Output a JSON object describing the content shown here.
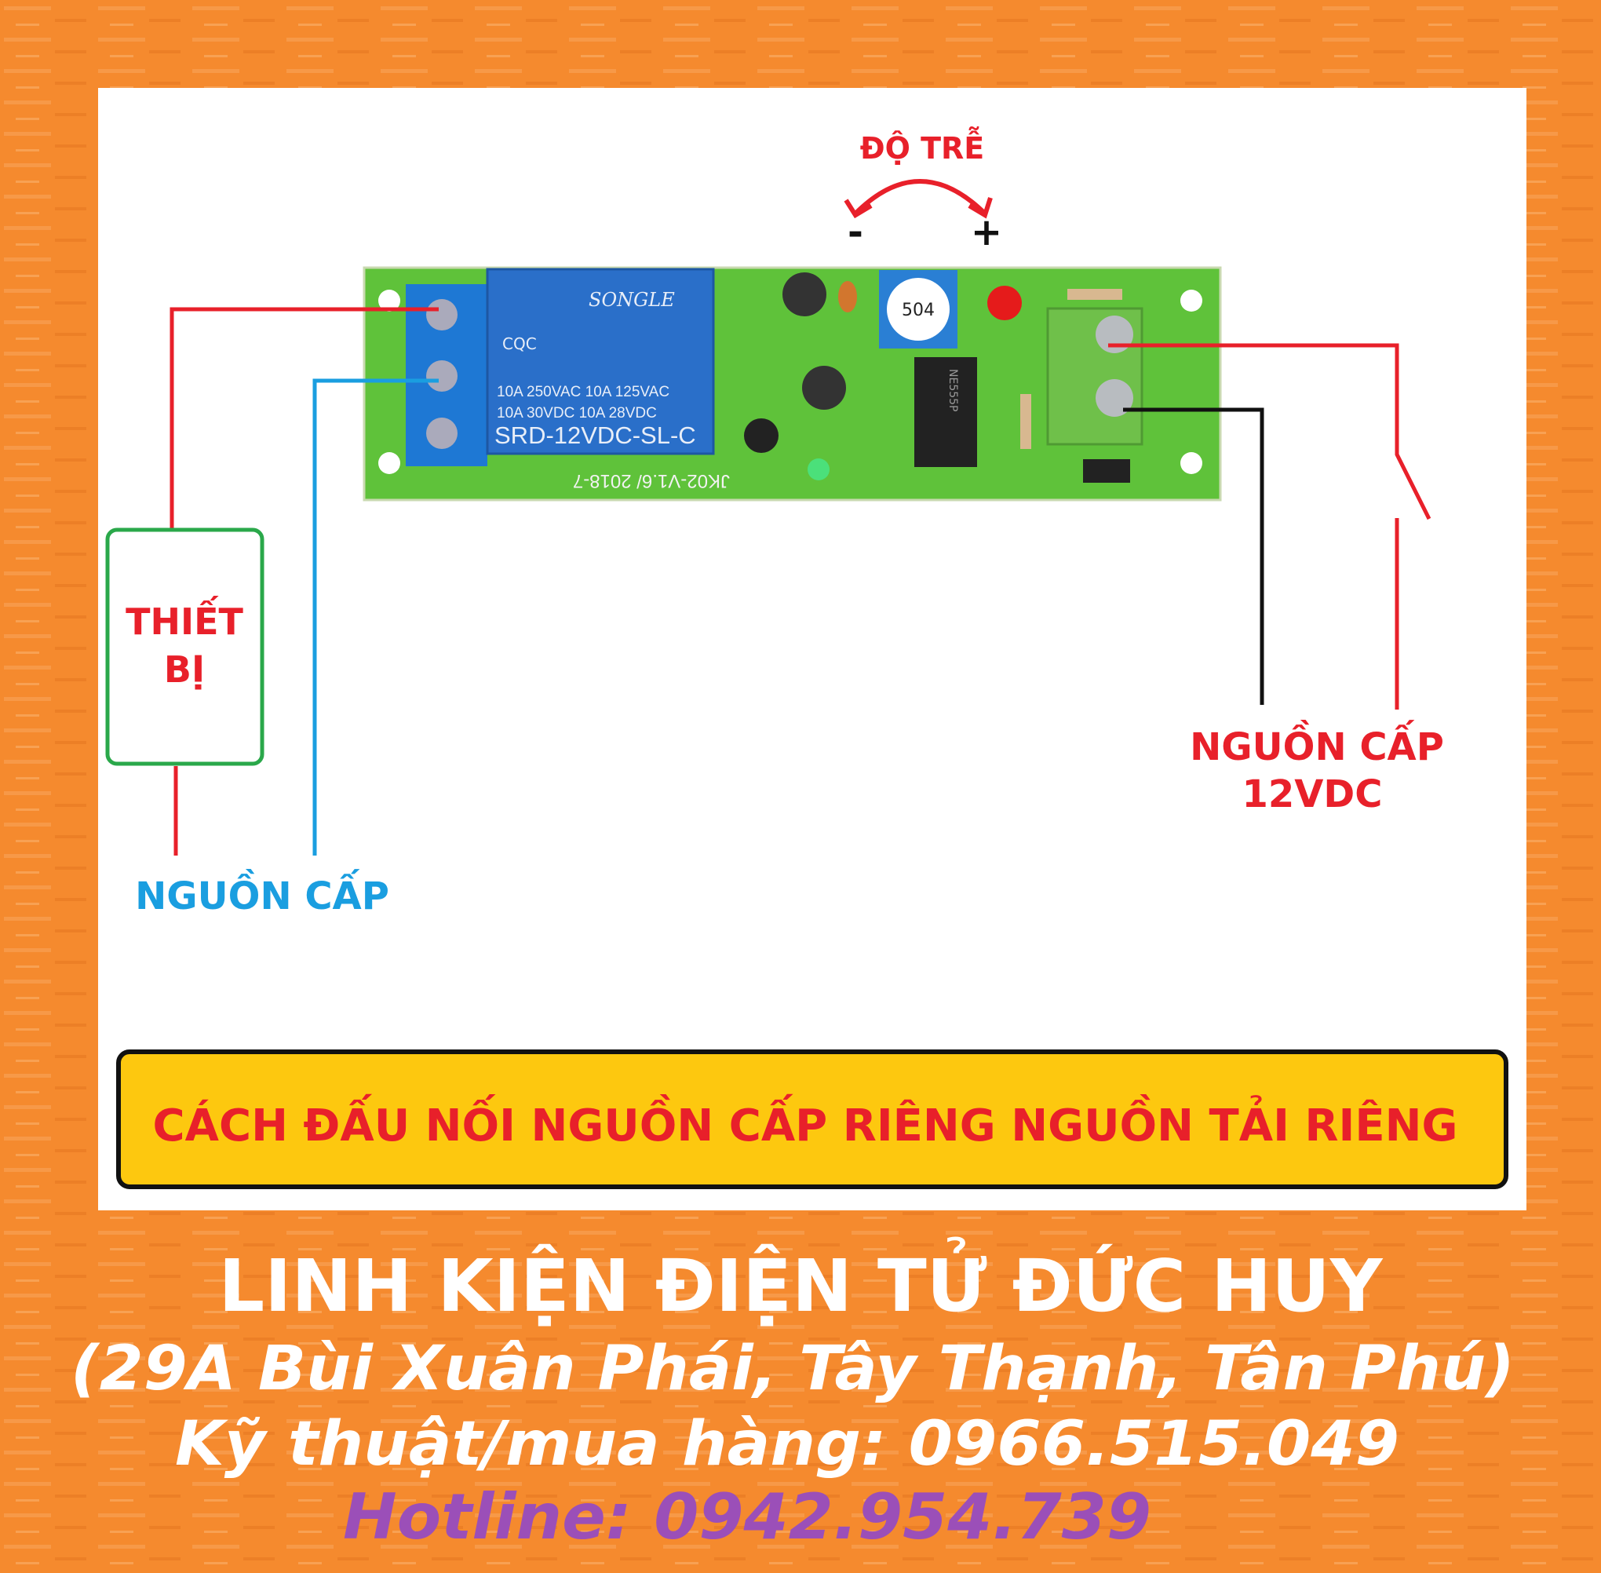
{
  "colors": {
    "orange": "#f58a2e",
    "red": "#e8202a",
    "blue": "#1a9ee0",
    "green": "#2aa84a",
    "yellow": "#fdc80f",
    "purple": "#9b4fb8"
  },
  "diagram": {
    "delay_label": "ĐỘ TRỄ",
    "minus": "-",
    "plus": "+",
    "device_line1": "THIẾT",
    "device_line2": "BỊ",
    "load_power_label": "NGUỒN CẤP",
    "supply_line1": "NGUỒN CẤP",
    "supply_line2": "12VDC",
    "banner": "CÁCH ĐẤU NỐI NGUỒN CẤP RIÊNG NGUỒN TẢI RIÊNG"
  },
  "pcb": {
    "relay_brand": "SONGLE",
    "relay_cert": "CQC",
    "relay_rating1": "10A 250VAC  10A  125VAC",
    "relay_rating2": "10A  30VDC  10A  28VDC",
    "relay_model": "SRD-12VDC-SL-C",
    "board_label": "JK02-V1.6/ 2018-7",
    "pot_label": "504",
    "ic_label": "NE555P"
  },
  "footer": {
    "company": "LINH KIỆN ĐIỆN TỬ ĐỨC HUY",
    "address": "(29A Bùi Xuân Phái, Tây Thạnh, Tân Phú)",
    "tech": "Kỹ thuật/mua hàng: 0966.515.049",
    "hotline": "Hotline:  0942.954.739"
  }
}
